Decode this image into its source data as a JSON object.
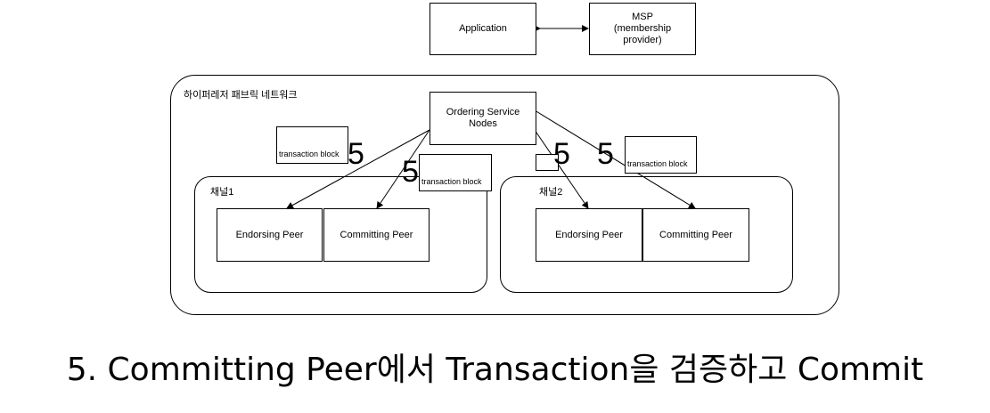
{
  "nodes": {
    "application": "Application",
    "msp": "MSP\n(membership\nprovider)",
    "network_label": "하이퍼레저 패브릭 네트워크",
    "ordering": "Ordering Service\nNodes",
    "channel1_label": "채널1",
    "channel2_label": "채널2",
    "ch1_endorsing": "Endorsing Peer",
    "ch1_committing": "Committing Peer",
    "ch2_endorsing": "Endorsing Peer",
    "ch2_committing": "Committing Peer"
  },
  "annotations": {
    "step_1": "5",
    "step_2": "5",
    "step_3": "5",
    "step_4": "5",
    "tx_block_1": "transaction block",
    "tx_block_2": "transaction block",
    "tx_block_3": "transaction block"
  },
  "caption": "5. Committing Peer에서 Transaction을 검증하고 Commit"
}
